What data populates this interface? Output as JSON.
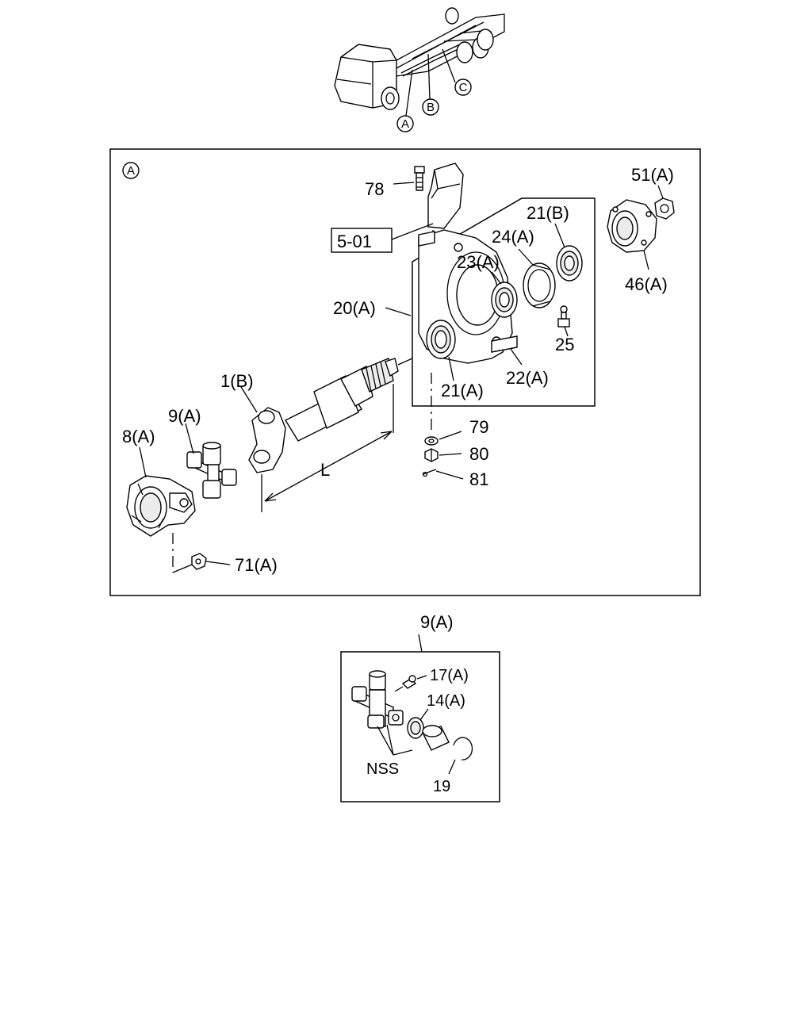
{
  "overview": {
    "markers": [
      "A",
      "B",
      "C"
    ]
  },
  "detail_a": {
    "marker": "A",
    "ref_box": "5-01",
    "dimension_label": "L",
    "callouts": {
      "c78": "78",
      "c51a": "51(A)",
      "c21b": "21(B)",
      "c24a": "24(A)",
      "c23a": "23(A)",
      "c20a": "20(A)",
      "c46a": "46(A)",
      "c25": "25",
      "c22a": "22(A)",
      "c21a": "21(A)",
      "c1b": "1(B)",
      "c9a": "9(A)",
      "c8a": "8(A)",
      "c79": "79",
      "c80": "80",
      "c81": "81",
      "c71a": "71(A)"
    }
  },
  "detail_9a": {
    "title": "9(A)",
    "callouts": {
      "c17a": "17(A)",
      "c14a": "14(A)",
      "nss": "NSS",
      "c19": "19"
    }
  }
}
